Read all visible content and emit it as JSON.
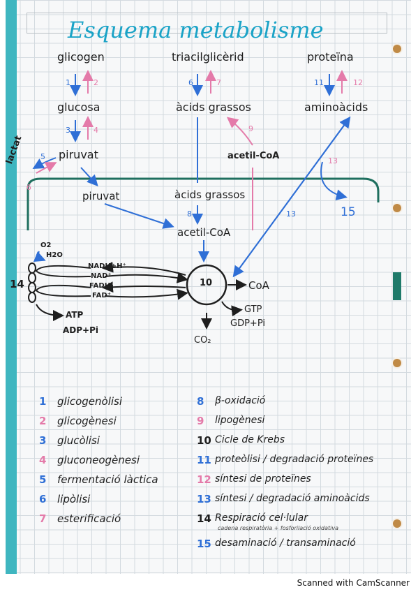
{
  "title": "Esquema metabolisme",
  "nodes": {
    "glicogen": "glicogen",
    "triacilgliceride": "triacilglicèrid",
    "proteina": "proteïna",
    "glucosa": "glucosa",
    "acids_grassos_top": "àcids grassos",
    "aminoacids": "aminoàcids",
    "piruvat_top": "piruvat",
    "acetil_coa_top": "acetil-CoA",
    "lactat": "lactat",
    "piruvat_mito": "piruvat",
    "acids_grassos_mito": "àcids grassos",
    "acetil_coa_mito": "acetil-CoA",
    "o2": "O2",
    "h2o": "H2O",
    "nadh": "NADH+H⁺",
    "nad": "NAD⁺",
    "fadh2": "FADH₂",
    "fad": "FAD⁺",
    "atp": "ATP",
    "adp": "ADP+Pi",
    "coa": "CoA",
    "gtp": "GTP",
    "gdp": "GDP+Pi",
    "co2": "CO₂",
    "cycle_num": "10"
  },
  "arrow_nums": {
    "n1": "1",
    "n2": "2",
    "n3": "3",
    "n4": "4",
    "n5": "5",
    "n6": "6",
    "n6b": "6",
    "n7": "7",
    "n8": "8",
    "n9": "9",
    "n11": "11",
    "n12": "12",
    "n13a": "13",
    "n13b": "13",
    "n14": "14",
    "n15": "15"
  },
  "legend": [
    {
      "n": "1",
      "t": "glicogenòlisi",
      "color": "#2f6fd6"
    },
    {
      "n": "2",
      "t": "glicogènesi",
      "color": "#e47aa9"
    },
    {
      "n": "3",
      "t": "glucòlisi",
      "color": "#2f6fd6"
    },
    {
      "n": "4",
      "t": "gluconeogènesi",
      "color": "#e47aa9"
    },
    {
      "n": "5",
      "t": "fermentació làctica",
      "color": "#2f6fd6"
    },
    {
      "n": "6",
      "t": "lipòlisi",
      "color": "#2f6fd6"
    },
    {
      "n": "7",
      "t": "esterificació",
      "color": "#e47aa9"
    },
    {
      "n": "8",
      "t": "β-oxidació",
      "color": "#2f6fd6"
    },
    {
      "n": "9",
      "t": "lipogènesi",
      "color": "#e47aa9"
    },
    {
      "n": "10",
      "t": "Cicle de Krebs",
      "color": "#1e1e1e"
    },
    {
      "n": "11",
      "t": "proteòlisi / degradació proteïnes",
      "color": "#2f6fd6"
    },
    {
      "n": "12",
      "t": "síntesi de proteïnes",
      "color": "#e47aa9"
    },
    {
      "n": "13",
      "t": "síntesi / degradació aminoàcids",
      "color": "#2f6fd6"
    },
    {
      "n": "14",
      "t": "Respiració cel·lular",
      "color": "#1e1e1e"
    },
    {
      "n": "15",
      "t": "desaminació / transaminació",
      "color": "#2f6fd6"
    }
  ],
  "legend_sub": "cadena respiratòria + fosforilació oxidativa",
  "footer": "Scanned with CamScanner"
}
